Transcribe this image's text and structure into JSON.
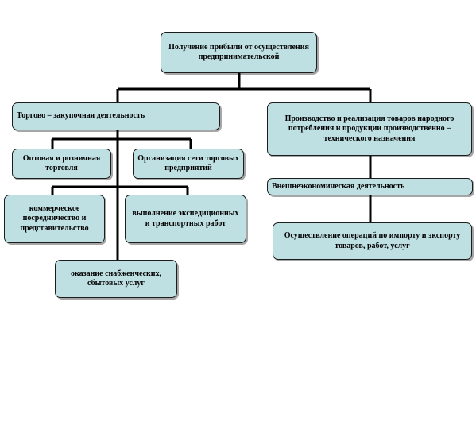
{
  "diagram": {
    "root": "Получение прибыли от осуществления предпринимательской",
    "trade": "Торгово – закупочная деятельность",
    "production": "Производство и реализация товаров народного потребления и продукции производственно – технического назначения",
    "wholesale": "Оптовая и розничная торговля",
    "org_network": "Организация сети торговых предприятий",
    "commercial": "коммерческое посредничество и представительство",
    "expedition": "выполнение экспедиционных и транспортных работ",
    "supply": "оказание снабженческих, сбытовых услуг",
    "foreign": "Внешнеэкономическая деятельность",
    "import_export": "Осуществление операций по импорту и экспорту товаров, работ, услуг"
  },
  "colors": {
    "box_fill": "#bfe0e3",
    "line": "#000000"
  }
}
